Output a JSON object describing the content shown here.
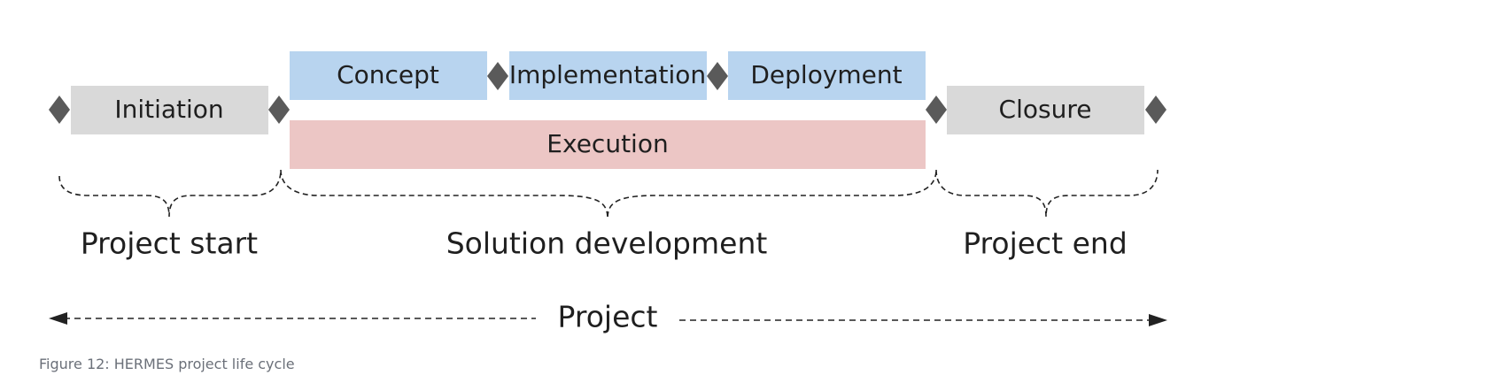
{
  "phases": {
    "initiation": "Initiation",
    "concept": "Concept",
    "implementation": "Implementation",
    "deployment": "Deployment",
    "execution": "Execution",
    "closure": "Closure"
  },
  "groups": {
    "project_start": "Project start",
    "solution_development": "Solution development",
    "project_end": "Project end",
    "project": "Project"
  },
  "caption": "Figure 12: HERMES project life cycle",
  "colors": {
    "grey_phase": "#d9d9d9",
    "blue_phase": "#b8d4ef",
    "red_phase": "#ecc6c5",
    "milestone": "#5a5a5a",
    "line": "#222222"
  }
}
